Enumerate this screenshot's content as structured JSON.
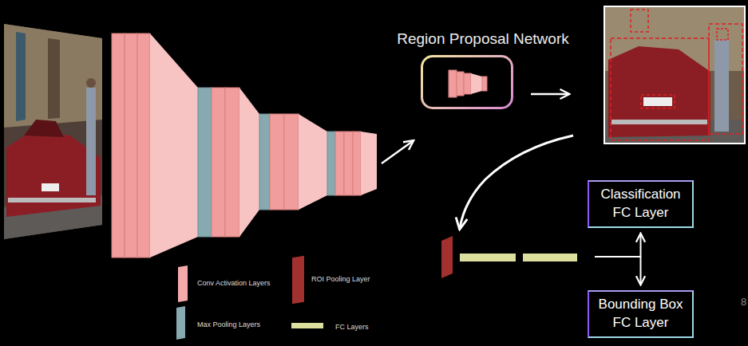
{
  "diagram": {
    "nodes": [
      {
        "text": [
          "Region Proposal Network"
        ]
      },
      {
        "text": [
          "Classification FC Layer"
        ]
      },
      {
        "text": [
          "Bounding Box FC Layer"
        ]
      }
    ],
    "edges": [
      {
        "from": 1,
        "to": 2,
        "arrow": "both"
      }
    ],
    "labels": [
      "8"
    ],
    "legend": [
      {
        "text": "Conv Activation Layers",
        "color": "#f4aaaa"
      },
      {
        "text": "ROI Pooling Layer",
        "color": "#a2302e"
      },
      {
        "text": "Max Pooling Layers",
        "color": "#86aab0"
      },
      {
        "text": "FC Layers",
        "color": "#dcdf9e"
      }
    ]
  }
}
